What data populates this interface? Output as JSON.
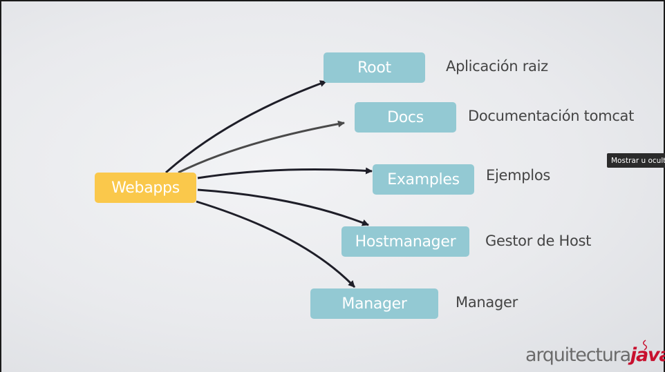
{
  "diagram": {
    "source": "Webapps",
    "targets": [
      {
        "label": "Root",
        "description": "Aplicación raiz"
      },
      {
        "label": "Docs",
        "description": "Documentación tomcat"
      },
      {
        "label": "Examples",
        "description": "Ejemplos"
      },
      {
        "label": "Hostmanager",
        "description": "Gestor de Host"
      },
      {
        "label": "Manager",
        "description": "Manager"
      }
    ]
  },
  "tooltip": "Mostrar u ocultar",
  "brand": {
    "part1": "arquitectura",
    "part2": "java"
  },
  "colors": {
    "source_node": "#fac84b",
    "target_node": "#93c9d3",
    "node_text": "#ffffff",
    "arrow": "#1e1e28",
    "brand_accent": "#c8102e"
  }
}
